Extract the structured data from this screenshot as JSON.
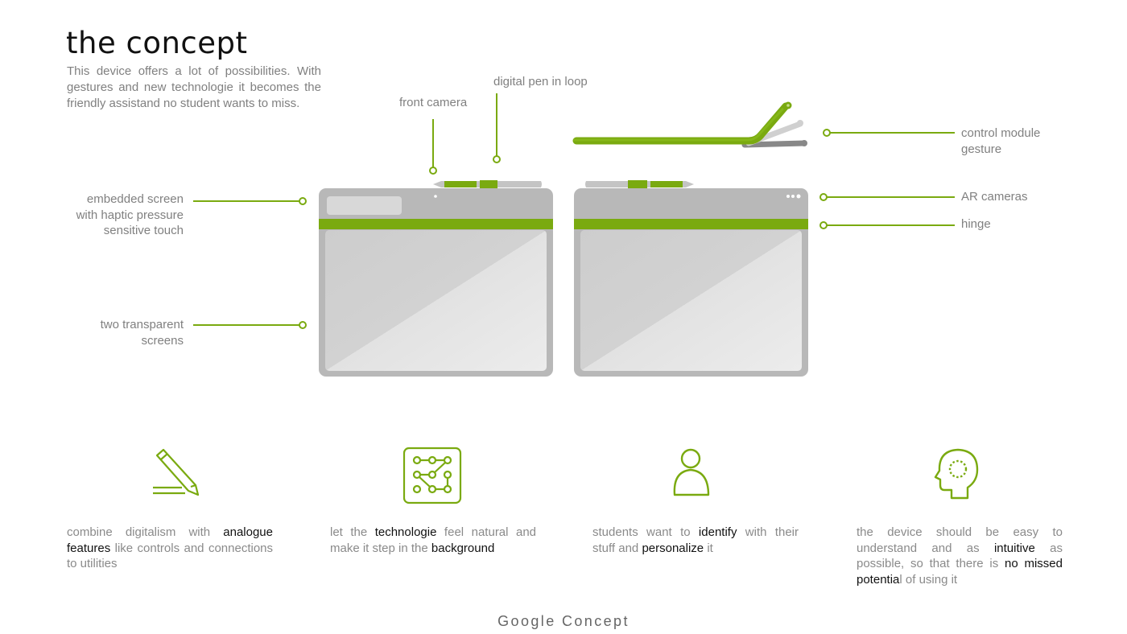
{
  "title": "the concept",
  "intro": "This device offers a lot of possibilities. With gestures and new technologie it becomes the friendly assistand no student wants to miss.",
  "labels": {
    "embedded_screen": [
      "embedded screen",
      "with haptic pressure",
      "sensitive touch"
    ],
    "transparent_screens": [
      "two transparent",
      "screens"
    ],
    "front_camera": "front camera",
    "digital_pen": "digital pen in loop",
    "control_module": [
      "control module",
      "gesture"
    ],
    "ar_cameras": "AR cameras",
    "hinge": "hinge"
  },
  "features": [
    {
      "icon": "pencil-icon",
      "parts": [
        {
          "t": "combine digitalism with ",
          "b": false
        },
        {
          "t": "analogue features",
          "b": true
        },
        {
          "t": " like controls and connections to utilities",
          "b": false
        }
      ]
    },
    {
      "icon": "pattern-lock-icon",
      "parts": [
        {
          "t": "let the ",
          "b": false
        },
        {
          "t": "technologie",
          "b": true
        },
        {
          "t": " feel natural and make it step in the ",
          "b": false
        },
        {
          "t": "background",
          "b": true
        }
      ]
    },
    {
      "icon": "user-icon",
      "parts": [
        {
          "t": "students want to ",
          "b": false
        },
        {
          "t": "identify",
          "b": true
        },
        {
          "t": " with their stuff and ",
          "b": false
        },
        {
          "t": "personalize",
          "b": true
        },
        {
          "t": " it",
          "b": false
        }
      ]
    },
    {
      "icon": "head-mind-icon",
      "parts": [
        {
          "t": "the device should be easy to understand and as ",
          "b": false
        },
        {
          "t": "intuitive",
          "b": true
        },
        {
          "t": " as possible, so that there is ",
          "b": false
        },
        {
          "t": "no missed potentia",
          "b": true
        },
        {
          "t": "l of using it",
          "b": false
        }
      ]
    }
  ],
  "footer": "Google Concept",
  "colors": {
    "accent": "#7aaa10",
    "device": "#b8b8b8",
    "screen": "#d6d6d6",
    "text": "#808080"
  }
}
